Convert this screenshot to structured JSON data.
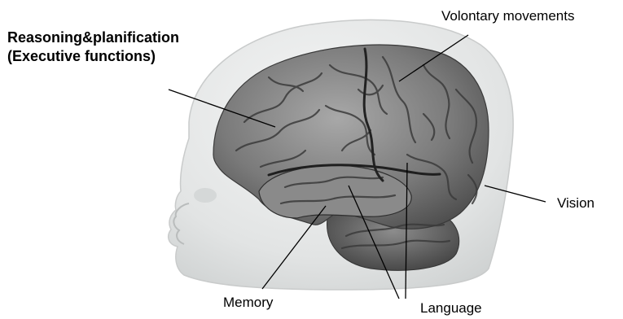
{
  "labels": {
    "executive_line1": "Reasoning&planification",
    "executive_line2": "(Executive functions)",
    "voluntary": "Volontary movements",
    "vision": "Vision",
    "memory": "Memory",
    "language": "Language"
  },
  "colors": {
    "background": "#ffffff",
    "head": "#e4e6e6",
    "brain": "#7d7d7d",
    "leader_lines": "#000000"
  }
}
